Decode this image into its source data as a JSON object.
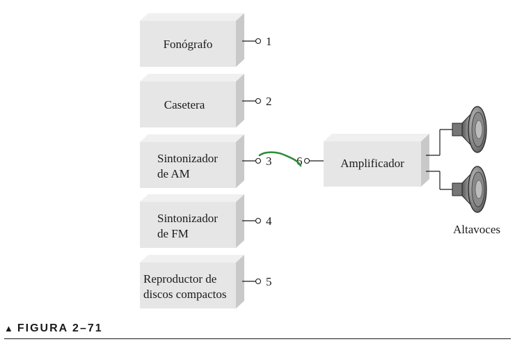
{
  "boxes": {
    "phonograph": {
      "line1": "Fonógrafo",
      "line2": "",
      "terminal": "1"
    },
    "cassette": {
      "line1": "Casetera",
      "line2": "",
      "terminal": "2"
    },
    "am_tuner": {
      "line1": "Sintonizador",
      "line2": "de AM",
      "terminal": "3"
    },
    "fm_tuner": {
      "line1": "Sintonizador",
      "line2": "de FM",
      "terminal": "4"
    },
    "cd_player": {
      "line1": "Reproductor de",
      "line2": "discos compactos",
      "terminal": "5"
    },
    "amplifier": {
      "line1": "Amplificador",
      "terminal": "6"
    }
  },
  "speakers_label": "Altavoces",
  "caption": {
    "symbol": "▲",
    "text": "FIGURA 2–71"
  },
  "colors": {
    "box_front": "#e6e6e6",
    "box_top": "#f0f0f0",
    "box_side": "#c9c9c9",
    "wire": "#1a1a1a",
    "jumper": "#2e8b3a"
  }
}
